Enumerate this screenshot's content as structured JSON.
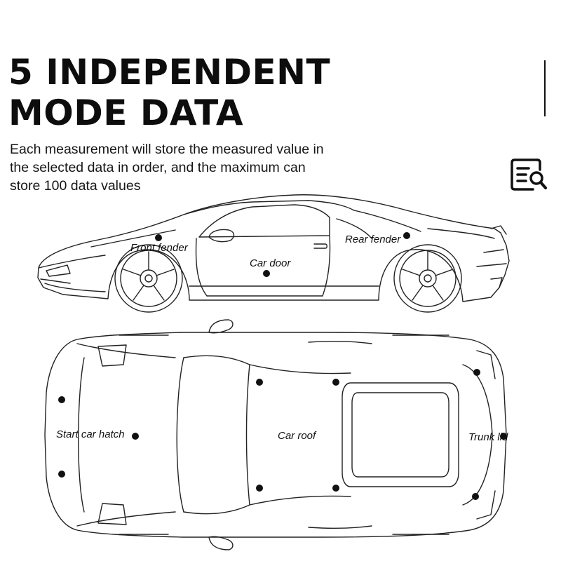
{
  "headline": {
    "line1": "5 INDEPENDENT",
    "line2": "MODE DATA"
  },
  "description": {
    "line1": "Each measurement will store the measured value in",
    "line2": "the selected data in order, and the maximum can",
    "line3": "store 100 data values"
  },
  "icons": {
    "document": "document-search-icon"
  },
  "side_view_labels": {
    "front_fender": "Front fender",
    "car_door": "Car door",
    "rear_fender": "Rear fender"
  },
  "top_view_labels": {
    "start_car_hatch": "Start car hatch",
    "car_roof": "Car roof",
    "trunk_lid": "Trunk lid"
  },
  "colors": {
    "text": "#111111",
    "lines": "#222222",
    "background": "#ffffff"
  }
}
